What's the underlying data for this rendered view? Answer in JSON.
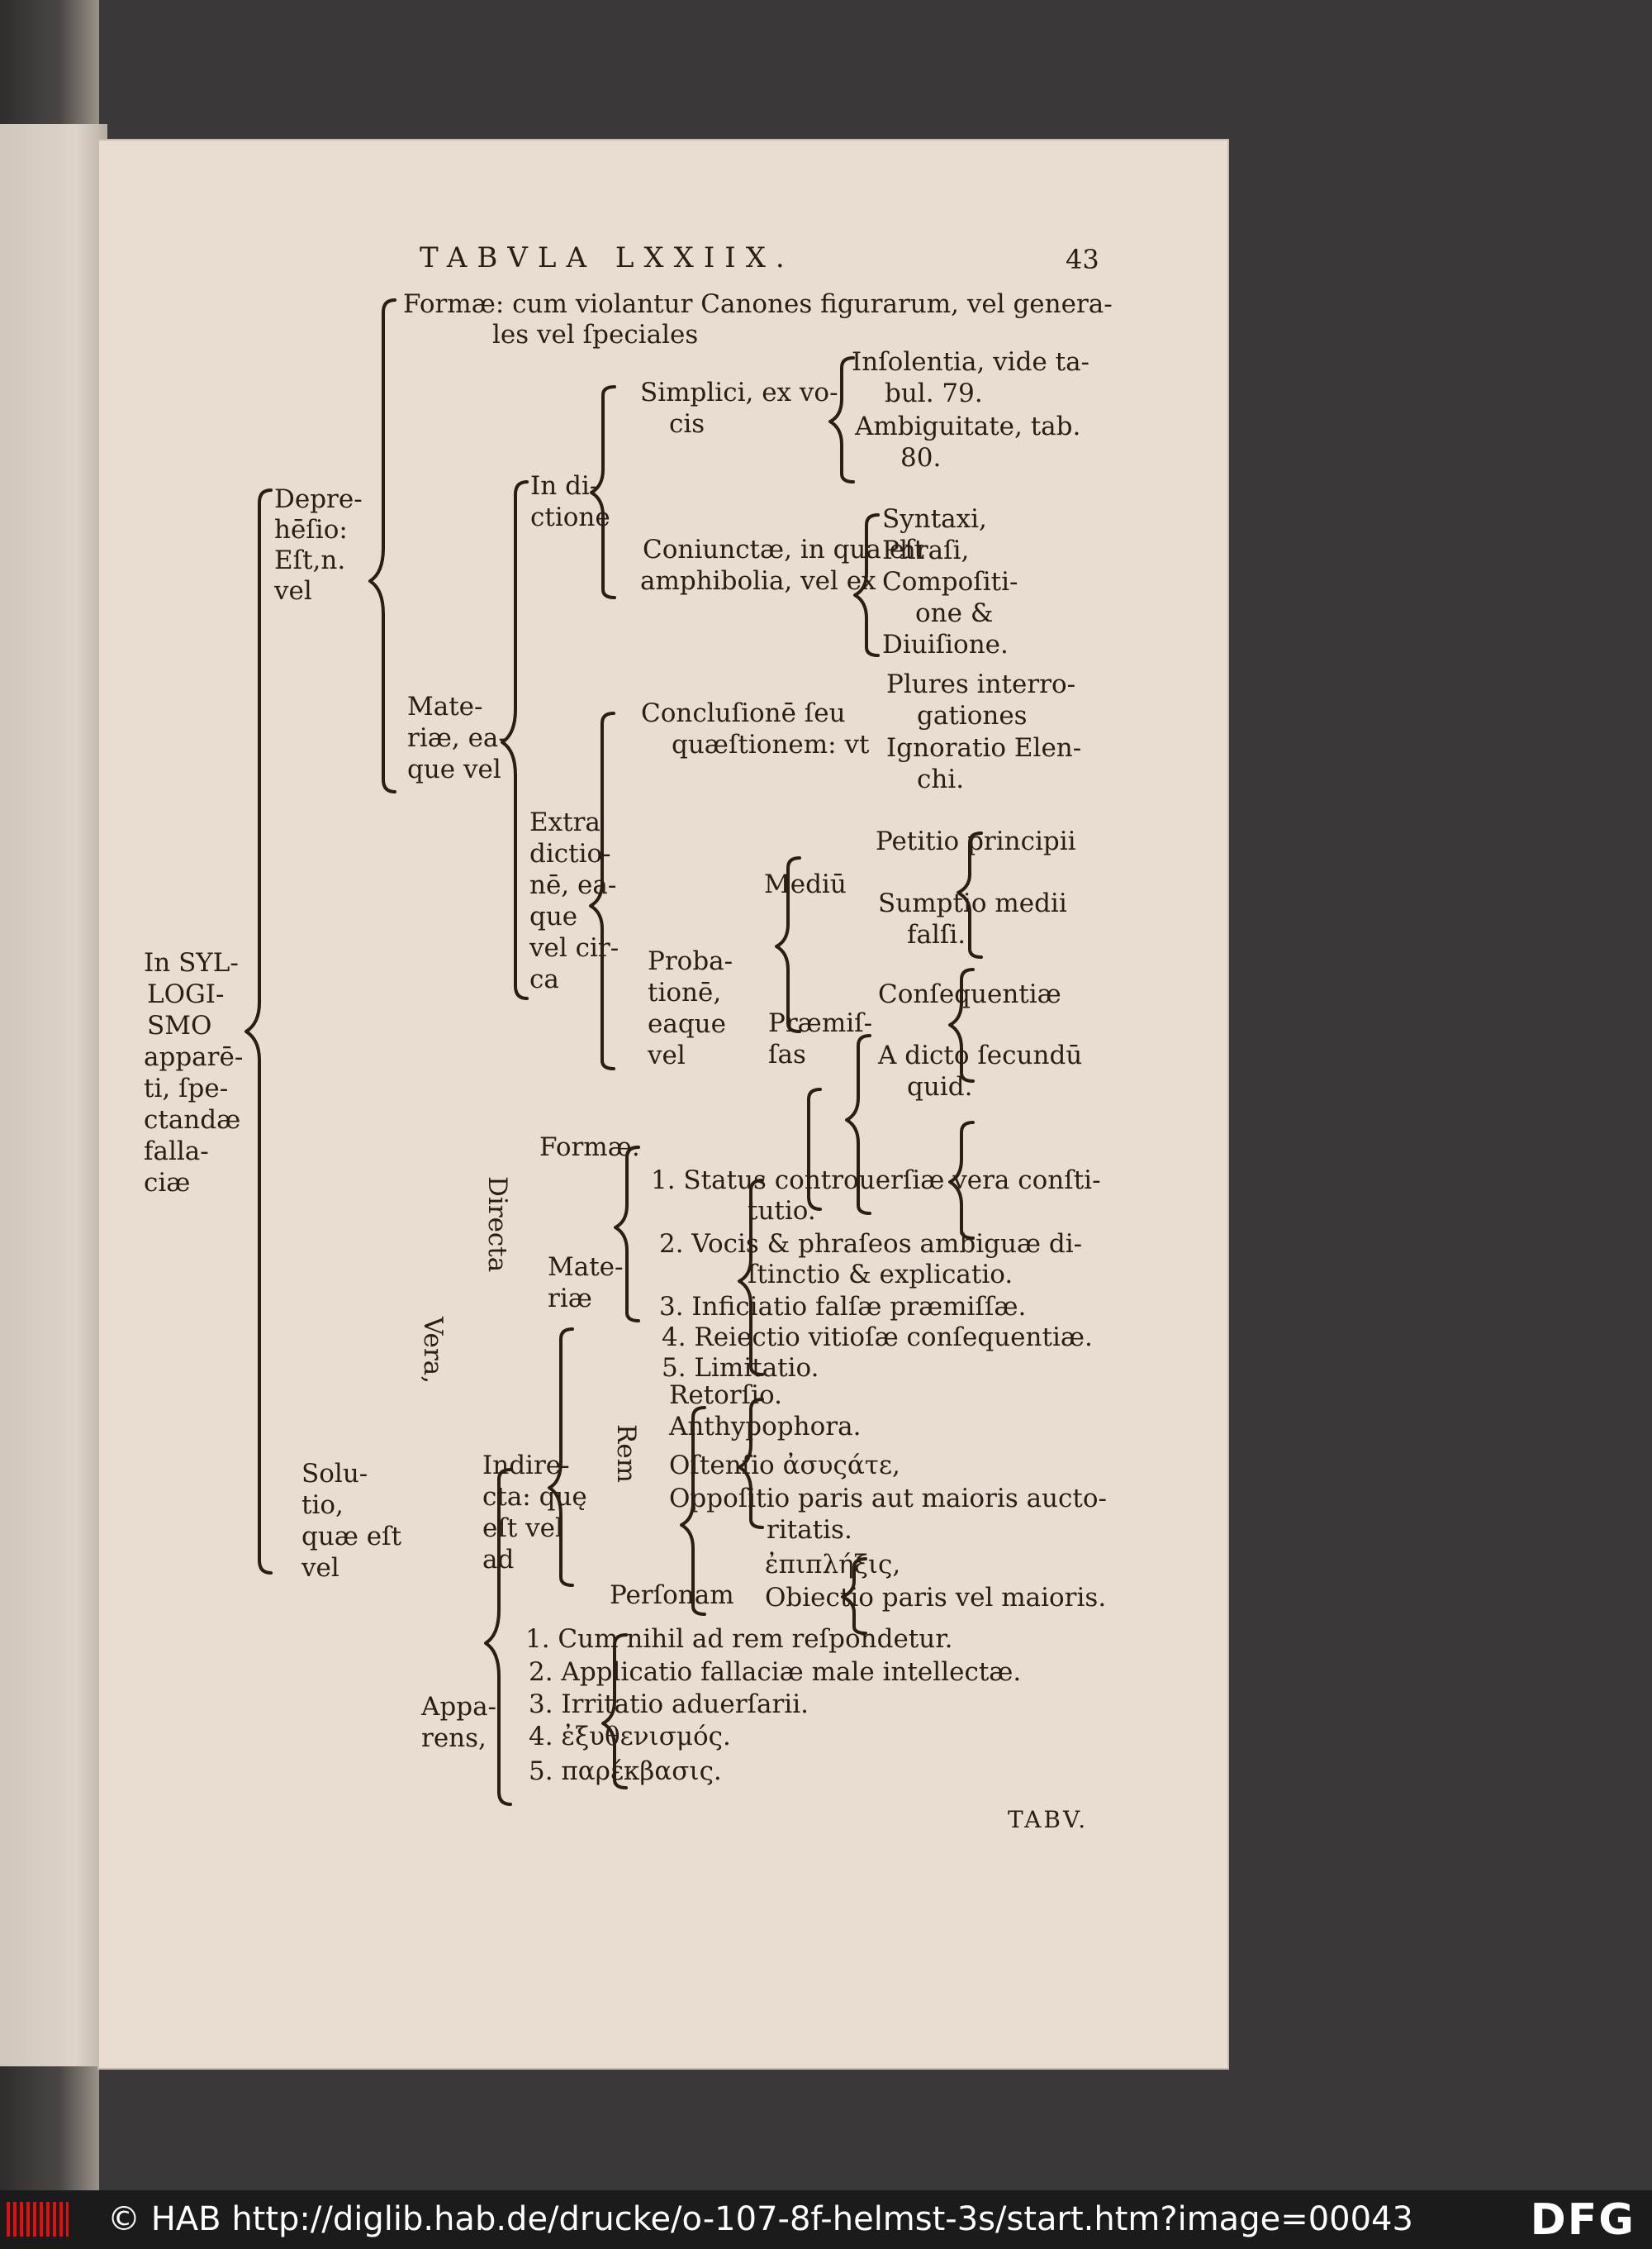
{
  "header": {
    "title": "TABVLA LXXIIX.",
    "page_number": "43"
  },
  "root": [
    "In SYL-",
    "LOGI-",
    "SMO",
    "apparē-",
    "ti, ſpe-",
    "ctandæ",
    "falla-",
    "ciæ"
  ],
  "deprehensio": [
    "Depre-",
    "hēſio:",
    "Eſt,n.",
    "vel"
  ],
  "formae_line1": "Formæ: cum violantur Canones figurarum, vel genera-",
  "formae_line2": "les vel ſpeciales",
  "materiae": [
    "Mate-",
    "riæ, ea-",
    "que vel"
  ],
  "in_dictione": [
    "In di-",
    "ctione"
  ],
  "simplici": [
    "Simplici, ex vo-",
    "cis"
  ],
  "insolentia": [
    "Inſolentia, vide ta-",
    "bul. 79."
  ],
  "ambiguitate": [
    "Ambiguitate, tab.",
    "80."
  ],
  "coniunctae": [
    "Coniunctæ, in qua eſt",
    "amphibolia, vel ex"
  ],
  "syntax_list": [
    "Syntaxi,",
    "Phraſi,",
    "Compoſiti-",
    "one &",
    "Diuiſione."
  ],
  "extra": [
    "Extra",
    "dictio-",
    "nē, ea-",
    "que",
    "vel cir-",
    "ca"
  ],
  "conclusione": [
    "Concluſionē ſeu",
    "quæſtionem: vt"
  ],
  "plures": [
    "Plures interro-",
    "gationes"
  ],
  "ignoratio": [
    "Ignoratio Elen-",
    "chi."
  ],
  "probatione": [
    "Proba-",
    "tionē,",
    "eaque",
    "vel"
  ],
  "medium": "Mediū",
  "petitio": "Petitio principii",
  "sumptio": [
    "Sumptio medii",
    "falſi."
  ],
  "premissas": [
    "Præmiſ-",
    "ſas"
  ],
  "consequentiae": "Conſequentiæ",
  "a_dicto": [
    "A dicto ſecundū",
    "quid."
  ],
  "solutio": [
    "Solu-",
    "tio,",
    "quæ eſt",
    "vel"
  ],
  "vera": "Vera,",
  "directa": "Directa",
  "formae2": "Formæ.",
  "materiae2": [
    "Mate-",
    "riæ"
  ],
  "directa_list": [
    [
      "1. Status controuerſiæ vera conſti-",
      "tutio."
    ],
    [
      "2. Vocis & phraſeos ambiguæ di-",
      "ſtinctio & explicatio."
    ],
    [
      "3. Inficiatio falſæ præmiſſæ."
    ],
    [
      "4. Reiectio vitioſæ conſequentiæ."
    ],
    [
      "5. Limitatio."
    ]
  ],
  "indirecta": [
    "Indire-",
    "cta: quę",
    "eſt vel",
    "ad"
  ],
  "rem": "Rem",
  "rem_list": [
    "Retorſio.",
    "Anthypophora.",
    "Oſtenſio ἀσυςάτε,",
    "Oppoſitio paris aut maioris aucto-",
    "ritatis."
  ],
  "personam": "Perſonam",
  "personam_list": [
    "ἐπιπλήξις,",
    "Obiectio paris vel maioris."
  ],
  "apparens": [
    "Appa-",
    "rens,"
  ],
  "apparens_list": [
    "1. Cum nihil ad rem reſpondetur.",
    "2. Applicatio fallaciæ male intellectæ.",
    "3. Irritatio aduerſarii.",
    "4. ἐξυθενισμός.",
    "5. παρέκβασις."
  ],
  "catchword": "TABV.",
  "footer": {
    "copyright": "© HAB http://diglib.hab.de/drucke/o-107-8f-helmst-3s/start.htm?image=00043",
    "logo": "DFG"
  }
}
